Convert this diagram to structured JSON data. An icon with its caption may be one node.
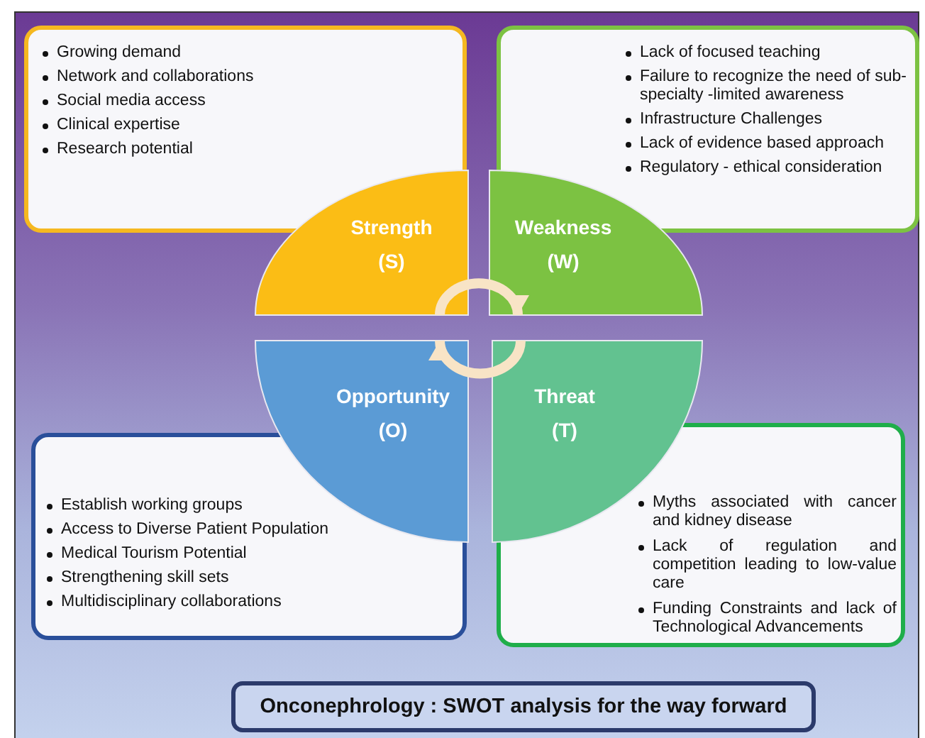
{
  "diagram": {
    "title": "Onconephrology : SWOT analysis for the way forward",
    "nodes": [
      {
        "text": [
          "Growing demand",
          "Network and collaborations",
          "Social media access",
          "Clinical expertise",
          "Research potential"
        ]
      },
      {
        "text": [
          "Lack of focused teaching",
          "Failure to recognize the need of sub-specialty -limited awareness",
          "Infrastructure Challenges",
          "Lack of evidence based approach",
          "Regulatory - ethical consideration"
        ]
      },
      {
        "text": [
          "Strength",
          "(S)"
        ]
      },
      {
        "text": [
          "Weakness",
          "(W)"
        ]
      },
      {
        "text": [
          "Opportunity",
          "(O)"
        ]
      },
      {
        "text": [
          "Threat",
          "(T)"
        ]
      },
      {
        "text": [
          "Establish working groups",
          "Access to Diverse Patient Population",
          "Medical Tourism Potential",
          "Strengthening skill sets",
          "Multidisciplinary collaborations"
        ]
      },
      {
        "text": [
          "Myths associated with cancer and kidney disease",
          "Lack of regulation and competition leading to low-value care",
          "Funding Constraints and lack of Technological Advancements"
        ]
      }
    ],
    "edges": [
      {
        "from": 2,
        "to": 3,
        "arrow": "to"
      },
      {
        "from": 5,
        "to": 4,
        "arrow": "to"
      }
    ]
  }
}
